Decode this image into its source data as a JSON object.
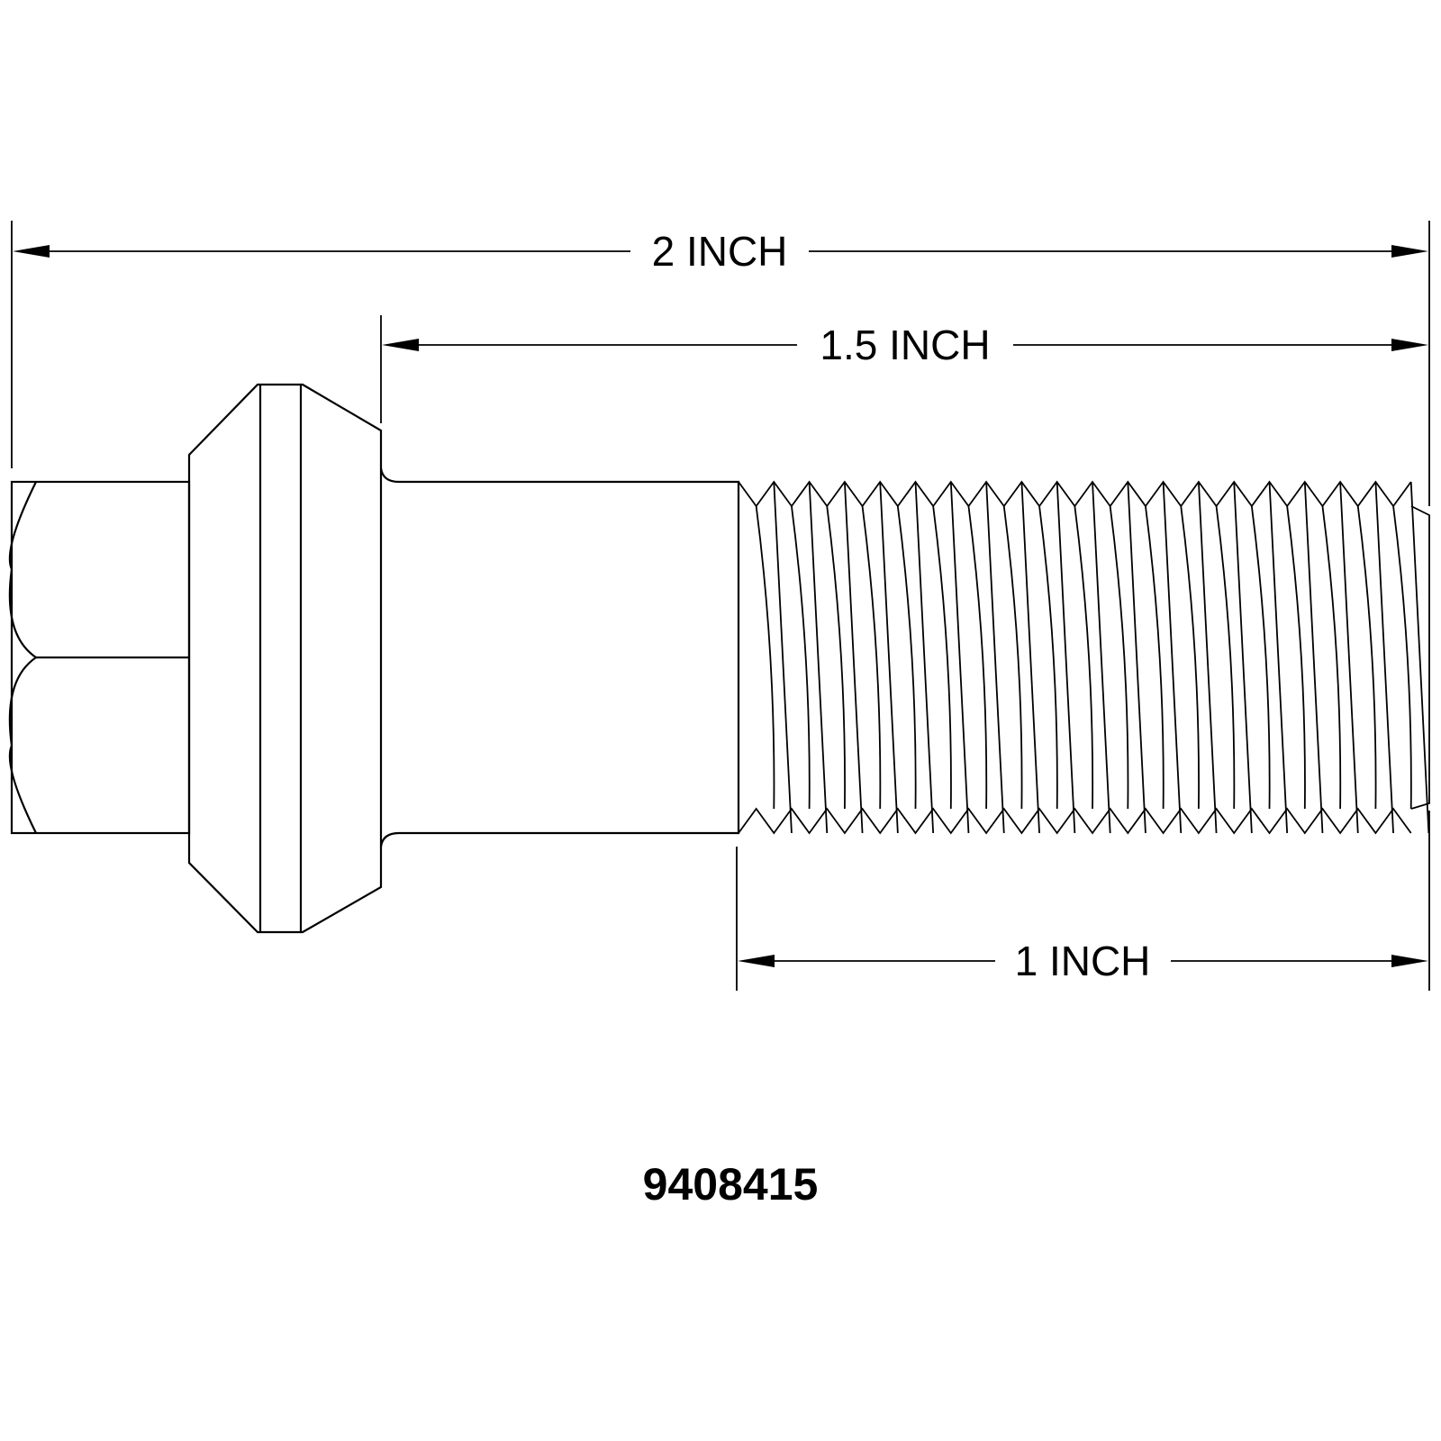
{
  "dimensions": {
    "overall_length": "2 INCH",
    "length_under_head": "1.5 INCH",
    "thread_length": "1 INCH"
  },
  "part_number": "9408415"
}
